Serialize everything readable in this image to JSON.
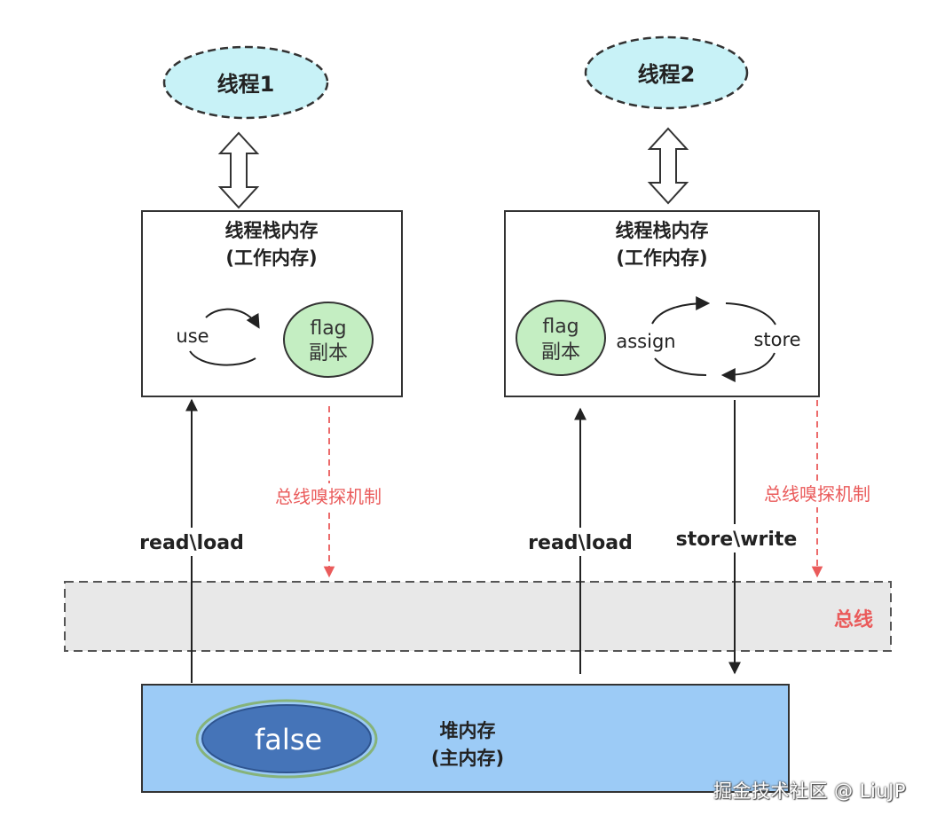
{
  "threads": [
    {
      "name": "线程1",
      "memory_title": "线程栈内存",
      "memory_subtitle": "(工作内存)",
      "ops": [
        "use"
      ],
      "copy_line1": "flag",
      "copy_line2": "副本",
      "read_label": "read\\load",
      "sniff_label": "总线嗅探机制"
    },
    {
      "name": "线程2",
      "memory_title": "线程栈内存",
      "memory_subtitle": "(工作内存)",
      "ops": [
        "assign",
        "store"
      ],
      "copy_line1": "flag",
      "copy_line2": "副本",
      "read_label": "read\\load",
      "write_label": "store\\write",
      "sniff_label": "总线嗅探机制"
    }
  ],
  "bus": {
    "label": "总线"
  },
  "heap": {
    "value": "false",
    "title": "堆内存",
    "subtitle": "(主内存)"
  },
  "watermark": "掘金技术社区 @ LiuJP",
  "colors": {
    "thread_fill": "#c8f2f7",
    "copy_fill": "#c4eec2",
    "heap_fill": "#9ccbf6",
    "false_fill": "#4574b8",
    "bus_fill": "#e8e8e8",
    "sniff": "#ea5b5b"
  }
}
